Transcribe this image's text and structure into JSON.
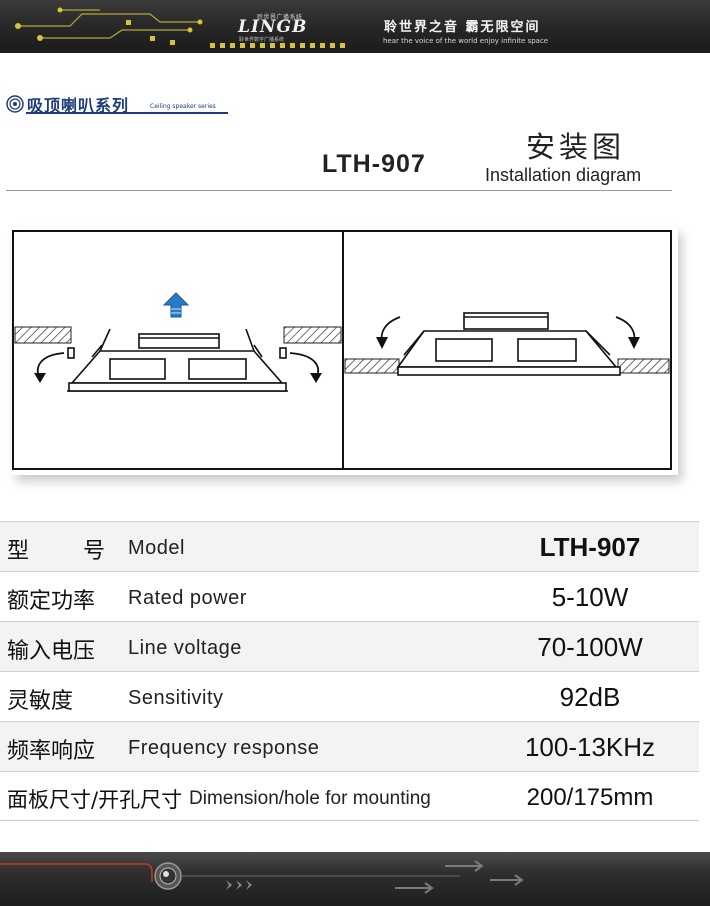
{
  "header": {
    "logo_small_top": "聆世界广播系统",
    "logo_word": "LINGB",
    "logo_small_bottom": "聆世界数字广播系统",
    "slogan_cn": "聆世界之音  霸无限空间",
    "slogan_en": "hear the voice of the world  enjoy infinite space"
  },
  "series": {
    "title_cn": "吸顶喇叭系列",
    "title_en": "Ceiling speaker series"
  },
  "heading": {
    "model": "LTH-907",
    "install_cn": "安装图",
    "install_en": "Installation diagram"
  },
  "specs": [
    {
      "cn_a": "型",
      "cn_b": "号",
      "en": "Model",
      "value": "LTH-907"
    },
    {
      "cn": "额定功率",
      "en": "Rated power",
      "value": "5-10W"
    },
    {
      "cn": "输入电压",
      "en": "Line voltage",
      "value": "70-100W"
    },
    {
      "cn": "灵敏度",
      "en": "Sensitivity",
      "value": "92dB"
    },
    {
      "cn": "频率响应",
      "en": "Frequency response",
      "value": "100-13KHz"
    },
    {
      "cn": "面板尺寸/开孔尺寸",
      "en": "Dimension/hole for mounting",
      "value": "200/175mm"
    }
  ],
  "colors": {
    "series_blue": "#1f3d7a",
    "arrow_blue": "#2a78c8",
    "banner_dark": "#262626",
    "accent_yellow": "#d8c23a",
    "accent_red": "#c0392b"
  },
  "icons": {
    "series": "concentric-circle-icon",
    "up_arrow": "up-arrow-icon",
    "curved_arrow": "curved-arrow-icon",
    "bottom_knob": "speaker-knob-icon"
  }
}
